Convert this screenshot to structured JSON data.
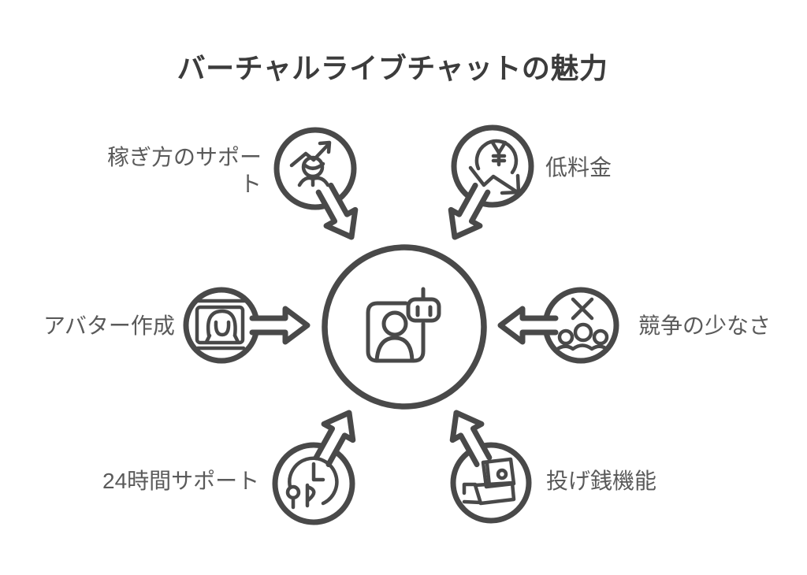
{
  "title": "バーチャルライブチャットの魅力",
  "center": {
    "icon": "avatar-robot-icon"
  },
  "nodes": [
    {
      "id": "earning-support",
      "position": "top-left",
      "label": "稼ぎ方のサポート",
      "icon": "person-growth-icon"
    },
    {
      "id": "low-fee",
      "position": "top-right",
      "label": "低料金",
      "icon": "yen-discount-icon"
    },
    {
      "id": "avatar-creation",
      "position": "left",
      "label": "アバター作成",
      "icon": "avatar-screen-icon"
    },
    {
      "id": "low-competition",
      "position": "right",
      "label": "競争の少なさ",
      "icon": "no-competition-icon"
    },
    {
      "id": "support-24h",
      "position": "bottom-left",
      "label": "24時間サポート",
      "icon": "clock-icon"
    },
    {
      "id": "tipping-feature",
      "position": "bottom-right",
      "label": "投げ銭機能",
      "icon": "tip-money-icon"
    }
  ],
  "colors": {
    "stroke": "#494949",
    "title": "#3c3c3c",
    "label": "#5a5a5a",
    "background": "#ffffff"
  }
}
